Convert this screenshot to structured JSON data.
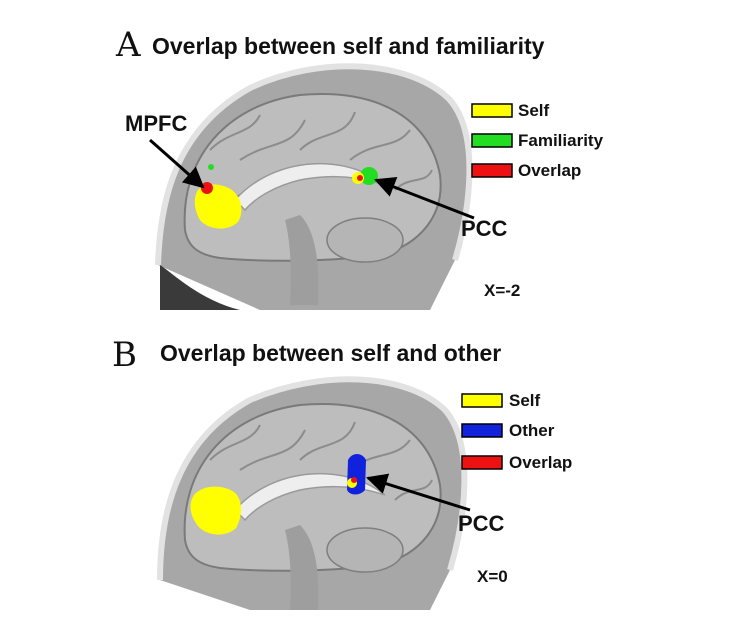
{
  "panels": [
    {
      "letter": "A",
      "title": "Overlap between self and familiarity",
      "legend": [
        {
          "label": "Self",
          "color": "#ffff00"
        },
        {
          "label": "Familiarity",
          "color": "#22dd22"
        },
        {
          "label": "Overlap",
          "color": "#ee1111"
        }
      ],
      "regions": [
        "MPFC",
        "PCC"
      ],
      "coordinate": "X=-2"
    },
    {
      "letter": "B",
      "title": "Overlap between self and other",
      "legend": [
        {
          "label": "Self",
          "color": "#ffff00"
        },
        {
          "label": "Other",
          "color": "#1122dd"
        },
        {
          "label": "Overlap",
          "color": "#ee1111"
        }
      ],
      "regions": [
        "PCC"
      ],
      "coordinate": "X=0"
    }
  ],
  "colors": {
    "self": "#ffff00",
    "familiarity": "#22dd22",
    "other": "#1122dd",
    "overlap": "#ee1111"
  }
}
